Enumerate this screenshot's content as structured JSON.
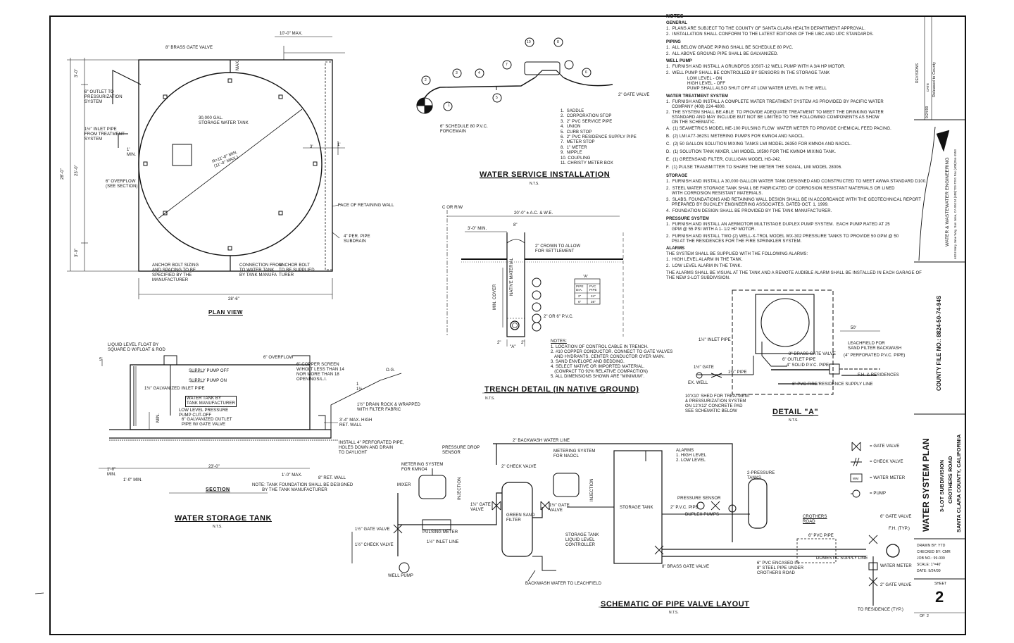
{
  "notes": {
    "heading": "NOTES",
    "general": "GENERAL",
    "g1": "1.  PLANS ARE SUBJECT TO THE COUNTY OF SANTA CLARA HEALTH DEPARTMENT APPROVAL.",
    "g2": "2.  INSTALLATION SHALL CONFORM TO THE LATEST EDITIONS OF THE UBC AND UPC STANDARDS.",
    "piping": "PIPING",
    "p1": "1.  ALL BELOW GRADE PIPING SHALL BE SCHEDULE 80 PVC.",
    "p2": "2.  ALL ABOVE GROUND PIPE SHALL BE GALVANIZED.",
    "wellpump": "WELL PUMP",
    "w1": "1.  FURNISH AND INSTALL A GRUNDFOS 10S07-12 WELL PUMP WITH A 3/4 HP MOTOR.",
    "w2": "2.  WELL PUMP SHALL BE CONTROLLED BY SENSORS IN THE STORAGE TANK",
    "w2a": "LOW LEVEL - ON",
    "w2b": "HIGH LEVEL - OFF",
    "w2c": "PUMP SHALL ALSO SHUT OFF AT LOW WATER LEVEL IN THE WELL",
    "wts": "WATER TREATMENT SYSTEM",
    "t1a": "1.  FURNISH AND INSTALL A COMPLETE WATER TREATMENT SYSTEM AS PROVIDED BY PACIFIC WATER",
    "t1b": "COMPANY (408) 224-4800.",
    "t2a": "2.  THE SYSTEM SHALL BE ABLE  TO PROVIDE ADEQUATE TREATMENT TO MEET THE DRINKING WATER",
    "t2b": "STANDARD AND MAY INCLUDE BUT NOT BE LIMITED TO THE FOLLOWING COMPONENTS AS SHOW",
    "t2c": "ON THE SCHEMATIC.",
    "tA": "A.  (1) SEAMETRICS MODEL ME-100 PULSING FLOW  WATER METER TO PROVIDE CHEMICAL FEED PACING.",
    "tB": "B.  (2) LMI A77-362S1 METERING PUMPS FOR KMnO4 AND NaOCL.",
    "tC": "C.  (2) 50 GALLON SOLUTION MIXING TANKS LMI MODEL 26350 FOR KMnO4 AND NaOCL.",
    "tD": "D.  (1) SOLUTION TANK MIXER, LMI MODEL 10590 FOR THE KMnO4 MIXING TANK.",
    "tE": "E.  (1) GREENSAND FILTER, CULLIGAN MODEL HG-242.",
    "tF": "F.  (1) PULSE TRANSMITTER TO SHARE THE METER THE SIGNAL, LMI MODEL 28006.",
    "storage": "STORAGE",
    "s1": "1.  FURNISH AND INSTALL A 30,000 GALLON WATER TANK DESIGNED AND CONSTRUCTED TO MEET AWWA STANDARD D100.",
    "s2a": "2.  STEEL WATER STORAGE TANK SHALL BE FABRICATED OF CORROSION RESISTANT MATERIALS OR LINED",
    "s2b": "WITH CORROSION RESISTANT MATERIALS.",
    "s3a": "3.  SLABS, FOUNDATIONS AND RETAINING WALL DESIGN SHALL BE IN ACCORDANCE WITH THE GEOTECHNICAL REPORT",
    "s3b": "PREPARED BY BUCKLEY ENGINEERING ASSOCIATES, DATED OCT. 1, 1999.",
    "s4": "4.  FOUNDATION DESIGN SHALL BE PROVIDED BY THE TANK MANUFACTURER.",
    "pressure": "PRESSURE SYSTEM",
    "ps1a": "1.  FURNISH AND INSTALL AN AERMOTOR MULTISTAGE DUPLEX PUMP SYSTEM.  EACH PUMP RATED AT 25",
    "ps1b": "GPM @ 55 PSI WITH A 1- 1/2 HP MOTOR.",
    "ps2a": "2.  FURNISH AND INSTALL TWO (2) WELL-X-TROL MODEL WX-302 PRESSURE TANKS TO PROVIDE 50 GPM @ 50",
    "ps2b": "PSI AT THE RESIDENCES FOR THE FIRE SPRINKLER SYSTEM.",
    "alarms": "ALARMS",
    "a0": "THE SYSTEM SHALL BE SUPPLIED WITH THE FOLLOWING ALARMS:",
    "a1": "1.  HIGH LEVEL ALARM IN THE TANK.",
    "a2": "2.  LOW LEVEL ALARM IN THE TANK.",
    "a3a": "THE ALARMS SHALL BE VISUAL AT THE TANK AND A REMOTE AUDIBLE ALARM SHALL BE INSTALLED IN EACH GARAGE OF",
    "a3b": "THE NEW 3-LOT SUBDIVISION."
  },
  "plan_view": {
    "title": "PLAN VIEW",
    "gate_valve": "8\" BRASS GATE VALVE",
    "outlet": "6\" OUTLET TO\nPRESSURIZATION\nSYSTEM",
    "inlet": "1½\" INLET PIPE\nFROM TREATMENT\nSYSTEM",
    "tank": "30,000 GAL.\nSTORAGE WATER TANK",
    "dia": "R=11'-0\" MIN.\n(11'-0\" MAX.)",
    "overflow": "6\" OVERFLOW\n(SEE SECTION)",
    "retaining": "FACE OF RETAINING WALL",
    "subdrain": "4\" PER. PIPE\nSUBDRAIN",
    "anchor": "ANCHOR BOLT SIZING\nAND SPACING TO BE\nSPECIFIED BY THE\nMANUFACTURER",
    "connection": "CONNECTION FROM\nTO WATER TANK\nBY TANK MANUFA",
    "anchor2": "ANCHOR BOLT\nTO BE SUPPLIED\nTURER",
    "dim_top": "10'-0\" MAX.",
    "dim_bottom": "28'-6\"",
    "dim_left": "28'-0\"",
    "dim_23": "23'-0\"",
    "dim_3a": "3'-0\"",
    "dim_3b": "3'-0\"",
    "min1": "1'\nMIN.",
    "min3": "3'",
    "one": "1'",
    "max": "MAX."
  },
  "service": {
    "title": "WATER SERVICE INSTALLATION",
    "nts": "N.T.S.",
    "forcemain": "6\" SCHEDULE 80 P.V.C.\nFORCEMAIN",
    "gate": "2\" GATE VALVE",
    "list": "1.  SADDLE\n2.  CORPORATION STOP\n3.  2\" PVC SERVICE PIPE\n4.  UNION\n5.  CURB STOP\n6.  2\" PVC RESIDENCE SUPPLY PIPE\n7.  METER STOP\n8.  1\" METER\n9.  NIPPLE\n10. COUPLING\n11. CHRISTY METER BOX",
    "n1": "1",
    "n2": "2",
    "n3": "3",
    "n4": "4",
    "n5": "5",
    "n6": "6",
    "n7": "7",
    "n8": "8",
    "n10": "10"
  },
  "trench": {
    "title": "TRENCH DETAIL (IN NATIVE GROUND)",
    "nts": "N.T.S.",
    "row": "C OR R/W",
    "dim_top": "20'-0\" ± A.C. & W.E.",
    "dim_3": "3'-0\" MIN.",
    "dim_8": "8\"",
    "crown": "2\" CROWN TO ALLOW\nFOR SETTLEMENT",
    "pipe": "2\" OR 6\" P.V.C.",
    "cover": "MIN. COVER",
    "native": "NATIVE\nMATERIAL",
    "table_h": "\"A\"",
    "table_c1": "PIPE\nDIA.",
    "table_c2": "PVC\nPIPE",
    "table_r1a": "2\"",
    "table_r1b": "24\"",
    "table_r2a": "6\"",
    "table_r2b": "36\"",
    "note_h": "NOTES:",
    "notes": "1. LOCATION OF CONTROL CABLE IN TRENCH.\n2. #10 COPPER CONDUCTOR. CONNECT TO GATE VALVES\n   AND HYDRANTS. CENTER CONDUCTOR OVER MAIN.\n3. SAND ENVELOPE AND BEDDING.\n4. SELECT NATIVE OR IMPORTED MATERIAL.\n   (COMPACT TO 92% RELATIVE COMPACTION)\n5. ALL DIMENSIONS SHOWN ARE \"MINIMUM\".",
    "dim_2a": "2\"",
    "dim_2b": "2\"",
    "dim_a": "\"A\""
  },
  "storage_tank": {
    "title": "WATER STORAGE TANK",
    "nts": "N.T.S.",
    "section": "SECTION",
    "float": "LIQUID LEVEL FLOAT BY\nSQUARE D W/FLOAT & ROD",
    "pump_off": "SUPPLY PUMP OFF",
    "pump_on": "SUPPLY PUMP ON",
    "inlet": "1½\" GALVANIZED INLET PIPE",
    "by_mfr": "WATER TANK BY\nTANK MANUFACTURER",
    "low": "LOW LEVEL PRESSURE\nPUMP CUT-OFF",
    "outlet": "6\" GALVANIZED OUTLET\nPIPE W/ GATE VALVE",
    "overflow": "6\" OVERFLOW",
    "screen": "6\" COPPER SCREEN\nW/HOLT LESS THAN 14\nNOR MORE THAN 18\nOPENINGS/L.I.",
    "og": "O.G.",
    "rock": "1½\" DRAIN ROCK & WRAPPED\nWITH FILTER FABRIC",
    "wall": "3'-4\" MAX. HIGH\nRET. WALL",
    "perf": "INSTALL 4\" PERFORATED PIPE,\nHOLES DOWN AND DRAIN\nTO DAYLIGHT",
    "ret8": "8\" RET. WALL",
    "dim_23": "23'-0\"",
    "dim_1a": "1'-0\"\nMIN.",
    "dim_1b": "1'-0\" MIN.",
    "dim_max": "1'-0\" MAX.",
    "note": "NOTE: TANK FOUNDATION SHALL BE DESIGNED\n        BY THE TANK MANUFACTURER",
    "ratio": "1\n1½",
    "min": "MIN.",
    "dim_5": "5'"
  },
  "detail_a": {
    "title": "DETAIL \"A\"",
    "nts": "N.T.S.",
    "inlet": "1½\" INLET PIPE",
    "gate": "8\" BRASS GATE VALVE",
    "outlet": "6\" OUTLET PIPE",
    "solid": "4\" SOLID P.V.C. PIPE",
    "leach": "LEACHFIELD FOR\nSAND FILTER BACKWASH",
    "perf": "(4\" PERFORATED P.V.C. PIPE)",
    "dim": "50'",
    "fh": "F.H. & RESIDENCES",
    "supply": "6\" PVC FIRE/RESIDENCE SUPPLY LINE",
    "ex_well": "EX. WELL",
    "gate15": "1½\" GATE",
    "pipe15": "1½\" PIPE",
    "shed": "10'x10' SHED FOR TREATMENT\n& PRESSURIZATION SYSTEM\nON 12'x12' CONCRETE PAD\nSEE SCHEMATIC BELOW"
  },
  "schematic": {
    "title": "SCHEMATIC OF PIPE VALVE LAYOUT",
    "nts": "N.T.S.",
    "backwash_line": "2\" BACKWASH WATER LINE",
    "pd_sensor": "PRESSURE DROP\nSENSOR",
    "metering_k": "METERING SYSTEM\nFOR KMnO4",
    "metering_n": "METERING SYSTEM\nFOR NaOCl",
    "check2": "2\" CHECK VALVE",
    "mixer": "MIXER",
    "injection1": "INJECTION",
    "injection2": "INJECTION",
    "gate15a": "1½\" GATE\nVALVE",
    "gate15b": "1½\" GATE\nVALVE",
    "gate15c": "1½\" GATE VALVE",
    "check15": "1½\" CHECK VALVE",
    "pulsing": "PULSING METER",
    "inlet15": "1½\" INLET LINE",
    "greensand": "GREEN SAND\nFILTER",
    "storage_tank": "STORAGE TANK",
    "liquid": "STORAGE TANK\nLIQUID LEVEL\nCONTROLLER",
    "alarms": "ALARMS\n1. HIGH LEVEL\n2. LOW LEVEL",
    "pressure_tanks": "2-PRESSURE\nTANKS",
    "pressure_sensor": "PRESSURE SENSOR",
    "pvc2": "2\" P.V.C. PIPE",
    "duplex": "DUPLEX PUMPS",
    "crothers": "CROTHERS\nROAD",
    "pvc6": "6\" PVC PIPE",
    "gate8": "8\" BRASS GATE VALVE",
    "encased": "6\" PVC ENCASED IN\n8\" STEEL PIPE UNDER\nCROTHERS ROAD",
    "domestic": "DOMESTIC SUPPLY LINE",
    "meter": "WATER METER",
    "gate6": "6\" GATE VALVE",
    "fh": "F.H. (TYP.)",
    "gate2": "2\" GATE VALVE",
    "residence": "TO RESIDENCE (TYP.)",
    "well_pump": "WELL PUMP",
    "backwash_to": "BACKWASH WATER TO LEACHFIELD"
  },
  "legend": {
    "gate": "= GATE VALVE",
    "check": "= CHECK VALVE",
    "meter": "= WATER METER",
    "pump": "= PUMP",
    "wm": "WM"
  },
  "title_block": {
    "revisions": "REVISIONS",
    "rev_date": "9/24/99",
    "rev_desc": "Released to County",
    "date_h": "DATE",
    "firm": "WATER & WASTEWATER ENGINEERING",
    "address": "4624 Mary Jane Way, San Jose, CA 95124 (408)723-7291 Fax (408)264-1553",
    "county_file": "COUNTY FILE NO.: 8824-50-74-94S",
    "project": "WATER SYSTEM PLAN",
    "sub1": "3-LOT SUBDIVISION",
    "sub2": "CROTHERS ROAD",
    "sub3": "SANTA CLARA COUNTY, CALIFORNIA",
    "drawn": "DRAWN BY: YTD",
    "checked": "CHECKED BY: CMR",
    "job": "JOB NO.: 99-009",
    "scale": "SCALE: 1\"=40'",
    "date": "DATE: 9/24/99",
    "sheet_h": "SHEET",
    "sheet": "2",
    "of": "OF  2"
  }
}
